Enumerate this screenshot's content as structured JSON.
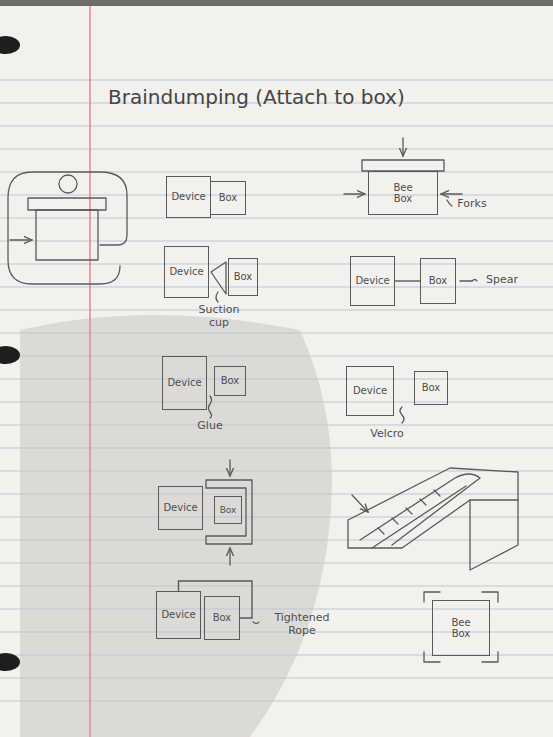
{
  "diagram": {
    "title": "Braindumping (Attach to box)",
    "nodes": [
      {
        "text": [
          "Device"
        ]
      },
      {
        "text": [
          "Box"
        ]
      },
      {
        "text": [
          "Bee Box"
        ]
      },
      {
        "text": [
          "Device"
        ]
      },
      {
        "text": [
          "Box"
        ]
      },
      {
        "text": [
          "Device"
        ]
      },
      {
        "text": [
          "Box"
        ]
      },
      {
        "text": [
          "Device"
        ]
      },
      {
        "text": [
          "Box"
        ]
      },
      {
        "text": [
          "Device"
        ]
      },
      {
        "text": [
          "Box"
        ]
      },
      {
        "text": [
          "Device"
        ]
      },
      {
        "text": [
          "Box"
        ]
      },
      {
        "text": [
          "Device"
        ]
      },
      {
        "text": [
          "Box"
        ]
      },
      {
        "text": [
          "Bee Box"
        ]
      }
    ],
    "edges": [
      {
        "from": 5,
        "to": 6,
        "arrow": "none"
      },
      {
        "from": 13,
        "to": 14,
        "arrow": "none"
      }
    ],
    "labels": [
      "Forks",
      "Suction cup",
      "Spear",
      "Glue",
      "Velcro",
      "Tightened Rope"
    ]
  }
}
